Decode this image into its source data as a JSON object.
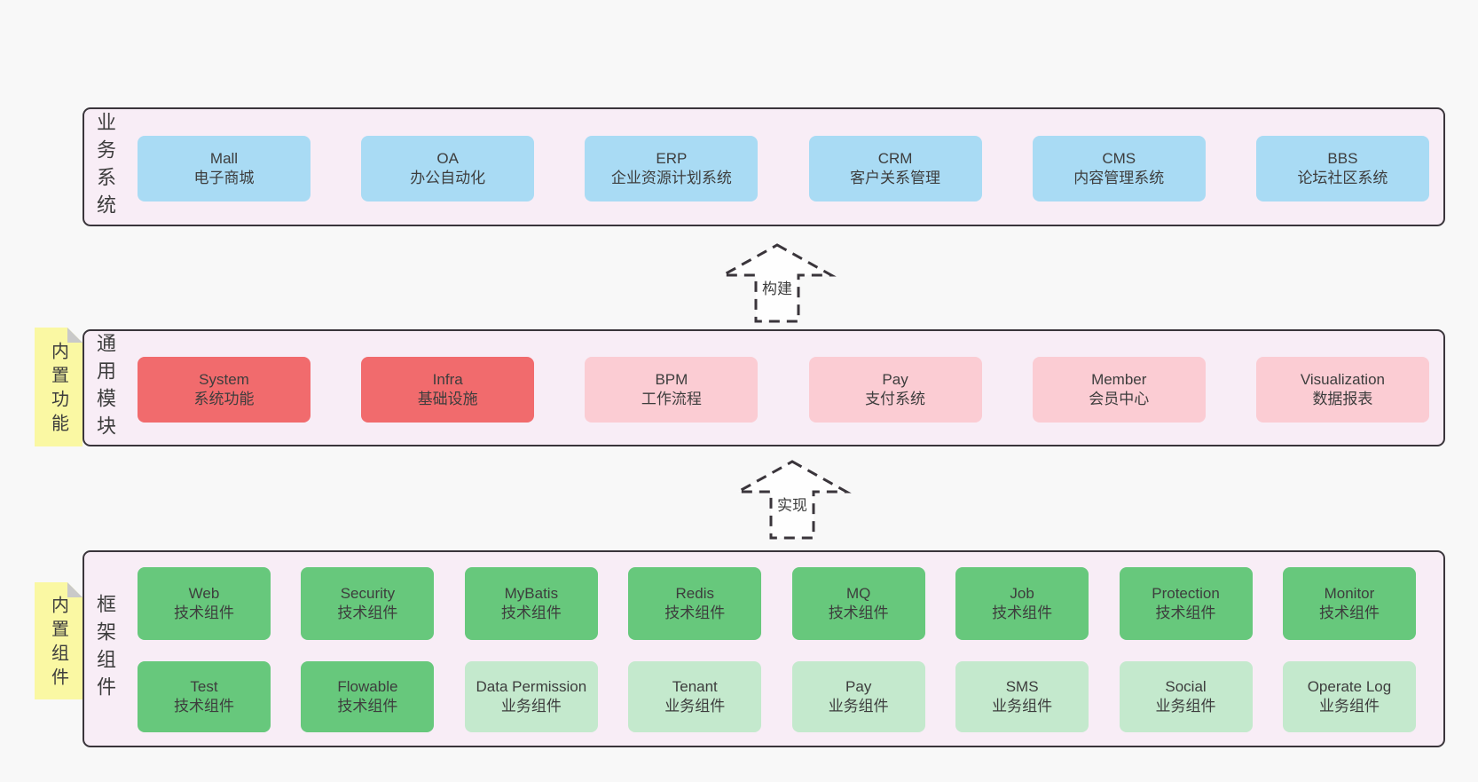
{
  "colors": {
    "page-bg": "#f8f8f8",
    "panel-fill": "#f8edf6",
    "panel-border": "#3a353b",
    "text": "#3d3d3d",
    "blue": "#a9dbf4",
    "red": "#f16b6d",
    "pink": "#fbccd3",
    "green": "#67c87c",
    "lightgreen": "#c4e9cd",
    "sticky-yellow": "#faf8a3",
    "sticky-fold": "#c9c9c9"
  },
  "layers": {
    "business": {
      "side_label": "业务系统",
      "boxes": [
        {
          "en": "Mall",
          "zh": "电子商城",
          "variant": "blue"
        },
        {
          "en": "OA",
          "zh": "办公自动化",
          "variant": "blue"
        },
        {
          "en": "ERP",
          "zh": "企业资源计划系统",
          "variant": "blue"
        },
        {
          "en": "CRM",
          "zh": "客户关系管理",
          "variant": "blue"
        },
        {
          "en": "CMS",
          "zh": "内容管理系统",
          "variant": "blue"
        },
        {
          "en": "BBS",
          "zh": "论坛社区系统",
          "variant": "blue"
        }
      ]
    },
    "modules": {
      "side_label": "通用模块",
      "sticky": "内置功能",
      "boxes": [
        {
          "en": "System",
          "zh": "系统功能",
          "variant": "red"
        },
        {
          "en": "Infra",
          "zh": "基础设施",
          "variant": "red"
        },
        {
          "en": "BPM",
          "zh": "工作流程",
          "variant": "pink"
        },
        {
          "en": "Pay",
          "zh": "支付系统",
          "variant": "pink"
        },
        {
          "en": "Member",
          "zh": "会员中心",
          "variant": "pink"
        },
        {
          "en": "Visualization",
          "zh": "数据报表",
          "variant": "pink"
        }
      ]
    },
    "components": {
      "side_label": "框架组件",
      "sticky": "内置组件",
      "row1": [
        {
          "en": "Web",
          "zh": "技术组件",
          "variant": "green"
        },
        {
          "en": "Security",
          "zh": "技术组件",
          "variant": "green"
        },
        {
          "en": "MyBatis",
          "zh": "技术组件",
          "variant": "green"
        },
        {
          "en": "Redis",
          "zh": "技术组件",
          "variant": "green"
        },
        {
          "en": "MQ",
          "zh": "技术组件",
          "variant": "green"
        },
        {
          "en": "Job",
          "zh": "技术组件",
          "variant": "green"
        },
        {
          "en": "Protection",
          "zh": "技术组件",
          "variant": "green"
        },
        {
          "en": "Monitor",
          "zh": "技术组件",
          "variant": "green"
        }
      ],
      "row2": [
        {
          "en": "Test",
          "zh": "技术组件",
          "variant": "green"
        },
        {
          "en": "Flowable",
          "zh": "技术组件",
          "variant": "green"
        },
        {
          "en": "Data Permission",
          "zh": "业务组件",
          "variant": "lightgreen"
        },
        {
          "en": "Tenant",
          "zh": "业务组件",
          "variant": "lightgreen"
        },
        {
          "en": "Pay",
          "zh": "业务组件",
          "variant": "lightgreen"
        },
        {
          "en": "SMS",
          "zh": "业务组件",
          "variant": "lightgreen"
        },
        {
          "en": "Social",
          "zh": "业务组件",
          "variant": "lightgreen"
        },
        {
          "en": "Operate Log",
          "zh": "业务组件",
          "variant": "lightgreen"
        }
      ]
    }
  },
  "arrows": [
    {
      "label": "构建"
    },
    {
      "label": "实现"
    }
  ]
}
